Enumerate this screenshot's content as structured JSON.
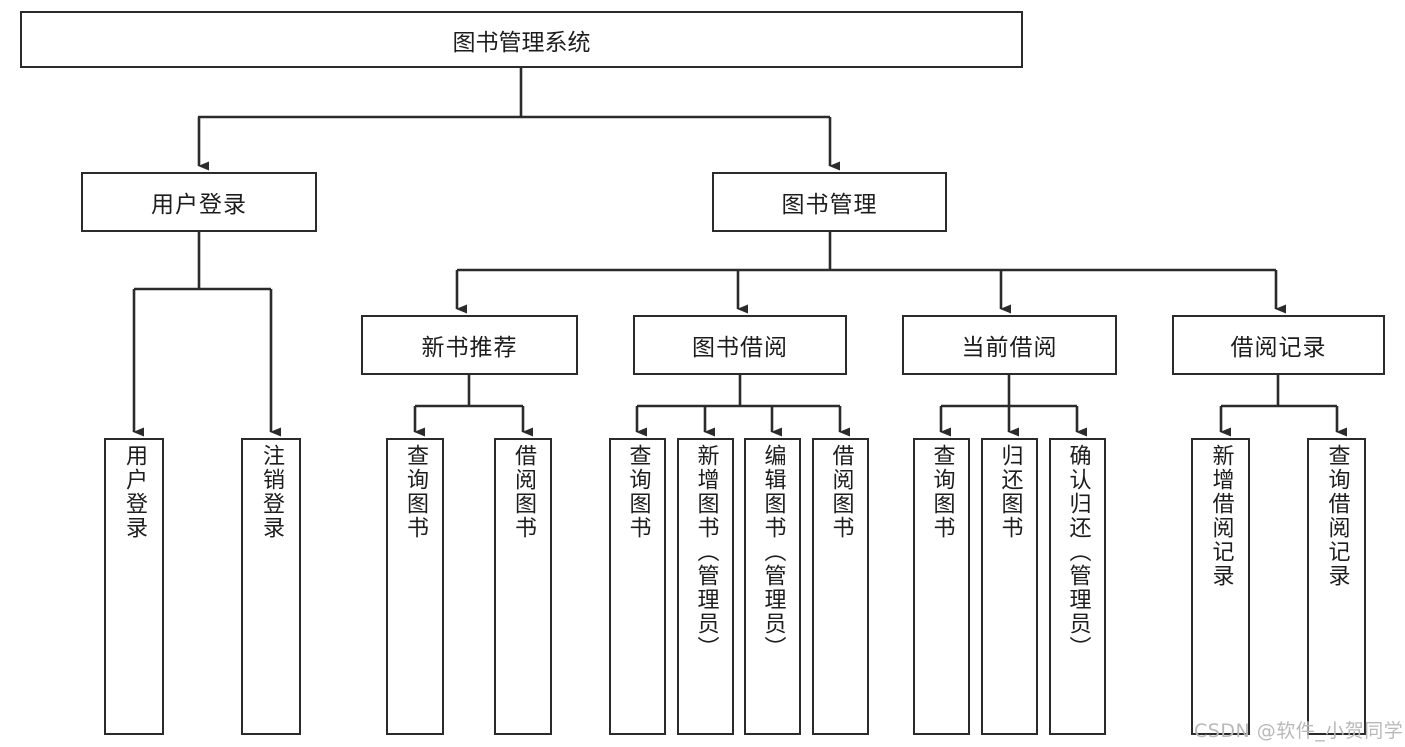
{
  "diagram": {
    "title": "图书管理系统",
    "type": "tree-hierarchy-chart",
    "orientation": "top-down"
  },
  "root": {
    "label": "图书管理系统"
  },
  "level2": [
    {
      "id": "user-login",
      "label": "用户登录"
    },
    {
      "id": "book-manage",
      "label": "图书管理"
    }
  ],
  "level3": [
    {
      "id": "new-book-recommend",
      "label": "新书推荐"
    },
    {
      "id": "book-borrow",
      "label": "图书借阅"
    },
    {
      "id": "current-borrow",
      "label": "当前借阅"
    },
    {
      "id": "borrow-record",
      "label": "借阅记录"
    }
  ],
  "leaves": {
    "user_login": [
      {
        "id": "leaf-user-login",
        "label": "用户登录"
      },
      {
        "id": "leaf-user-logout",
        "label": "注销登录"
      }
    ],
    "new_book_recommend": [
      {
        "id": "leaf-query-book-1",
        "label": "查询图书"
      },
      {
        "id": "leaf-borrow-book-1",
        "label": "借阅图书"
      }
    ],
    "book_borrow": [
      {
        "id": "leaf-query-book-2",
        "label": "查询图书"
      },
      {
        "id": "leaf-add-book",
        "label": "新增图书（管理员）"
      },
      {
        "id": "leaf-edit-book",
        "label": "编辑图书（管理员）"
      },
      {
        "id": "leaf-borrow-book-2",
        "label": "借阅图书"
      }
    ],
    "current_borrow": [
      {
        "id": "leaf-query-book-3",
        "label": "查询图书"
      },
      {
        "id": "leaf-return-book",
        "label": "归还图书"
      },
      {
        "id": "leaf-confirm-return",
        "label": "确认归还（管理员）"
      }
    ],
    "borrow_record": [
      {
        "id": "leaf-add-record",
        "label": "新增借阅记录"
      },
      {
        "id": "leaf-query-record",
        "label": "查询借阅记录"
      }
    ]
  },
  "watermark": {
    "text": "CSDN @软件_小贺同学"
  },
  "colors": {
    "border": "#2b2b2b",
    "background": "#ffffff",
    "text": "#1d1d1d",
    "watermark": "#b9b9b9",
    "connector": "#2b2b2b"
  }
}
